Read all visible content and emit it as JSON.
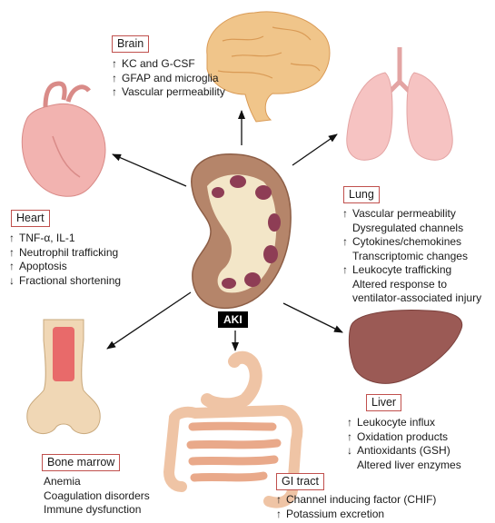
{
  "center": {
    "label": "AKI"
  },
  "organs": {
    "brain": {
      "title": "Brain",
      "items": [
        {
          "arrow": "↑",
          "text": "KC and G-CSF"
        },
        {
          "arrow": "↑",
          "text": "GFAP and microglia"
        },
        {
          "arrow": "↑",
          "text": "Vascular permeability"
        }
      ]
    },
    "heart": {
      "title": "Heart",
      "items": [
        {
          "arrow": "↑",
          "text": "TNF-α, IL-1"
        },
        {
          "arrow": "↑",
          "text": "Neutrophil trafficking"
        },
        {
          "arrow": "↑",
          "text": "Apoptosis"
        },
        {
          "arrow": "↓",
          "text": "Fractional shortening"
        }
      ]
    },
    "lung": {
      "title": "Lung",
      "items": [
        {
          "arrow": "↑",
          "text": "Vascular permeability"
        },
        {
          "arrow": "",
          "text": "Dysregulated channels"
        },
        {
          "arrow": "↑",
          "text": "Cytokines/chemokines"
        },
        {
          "arrow": "",
          "text": "Transcriptomic changes"
        },
        {
          "arrow": "↑",
          "text": "Leukocyte trafficking"
        },
        {
          "arrow": "",
          "text": "Altered response to"
        },
        {
          "arrow": "",
          "text": "ventilator-associated injury"
        }
      ]
    },
    "liver": {
      "title": "Liver",
      "items": [
        {
          "arrow": "↑",
          "text": "Leukocyte influx"
        },
        {
          "arrow": "↑",
          "text": "Oxidation products"
        },
        {
          "arrow": "↓",
          "text": "Antioxidants (GSH)"
        },
        {
          "arrow": "",
          "text": "Altered liver enzymes"
        }
      ]
    },
    "bone_marrow": {
      "title": "Bone marrow",
      "items": [
        {
          "arrow": "",
          "text": "Anemia"
        },
        {
          "arrow": "",
          "text": "Coagulation disorders"
        },
        {
          "arrow": "",
          "text": "Immune dysfunction"
        }
      ]
    },
    "gi_tract": {
      "title": "GI tract",
      "items": [
        {
          "arrow": "↑",
          "text": "Channel inducing factor (CHIF)"
        },
        {
          "arrow": "↑",
          "text": "Potassium excretion"
        }
      ]
    }
  },
  "colors": {
    "label_border": "#c0504d",
    "kidney": "#b5856a",
    "kidney_inner": "#8e3d55",
    "heart": "#f2b3b0",
    "brain": "#f0c58a",
    "lung": "#f6c3c2",
    "liver": "#9b5a55",
    "bone": "#f0d7b5",
    "gi": "#efc4a5"
  }
}
